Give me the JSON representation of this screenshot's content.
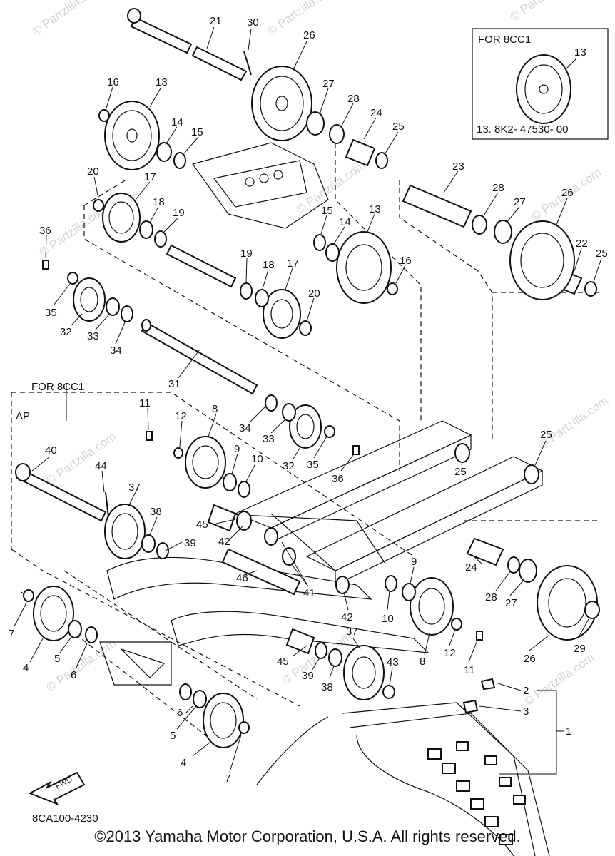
{
  "inset": {
    "title": "FOR 8CC1",
    "callout": "13",
    "part_number": "13. 8K2- 47530- 00"
  },
  "section_labels": {
    "for_model": "FOR 8CC1",
    "ap": "AP"
  },
  "diagram_code": "8CA100-4230",
  "fwd_label": "FWD",
  "watermark": "© Partzilla.com",
  "copyright": "©2013 Yamaha Motor Corporation, U.S.A. All rights reserved.",
  "callouts": [
    {
      "id": "c21",
      "text": "21"
    },
    {
      "id": "c30",
      "text": "30"
    },
    {
      "id": "c26a",
      "text": "26"
    },
    {
      "id": "c16a",
      "text": "16"
    },
    {
      "id": "c13a",
      "text": "13"
    },
    {
      "id": "c27a",
      "text": "27"
    },
    {
      "id": "c28a",
      "text": "28"
    },
    {
      "id": "c24a",
      "text": "24"
    },
    {
      "id": "c25a",
      "text": "25"
    },
    {
      "id": "c14a",
      "text": "14"
    },
    {
      "id": "c15a",
      "text": "15"
    },
    {
      "id": "c20a",
      "text": "20"
    },
    {
      "id": "c17a",
      "text": "17"
    },
    {
      "id": "c18a",
      "text": "18"
    },
    {
      "id": "c19a",
      "text": "19"
    },
    {
      "id": "c23",
      "text": "23"
    },
    {
      "id": "c28b",
      "text": "28"
    },
    {
      "id": "c27b",
      "text": "27"
    },
    {
      "id": "c26b",
      "text": "26"
    },
    {
      "id": "c22",
      "text": "22"
    },
    {
      "id": "c25b",
      "text": "25"
    },
    {
      "id": "c36a",
      "text": "36"
    },
    {
      "id": "c15b",
      "text": "15"
    },
    {
      "id": "c14b",
      "text": "14"
    },
    {
      "id": "c13b",
      "text": "13"
    },
    {
      "id": "c19b",
      "text": "19"
    },
    {
      "id": "c18b",
      "text": "18"
    },
    {
      "id": "c17b",
      "text": "17"
    },
    {
      "id": "c16b",
      "text": "16"
    },
    {
      "id": "c20b",
      "text": "20"
    },
    {
      "id": "c35a",
      "text": "35"
    },
    {
      "id": "c32",
      "text": "32"
    },
    {
      "id": "c33a",
      "text": "33"
    },
    {
      "id": "c34a",
      "text": "34"
    },
    {
      "id": "c31",
      "text": "31"
    },
    {
      "id": "c11a",
      "text": "11"
    },
    {
      "id": "c12a",
      "text": "12"
    },
    {
      "id": "c8a",
      "text": "8"
    },
    {
      "id": "c34b",
      "text": "34"
    },
    {
      "id": "c33b",
      "text": "33"
    },
    {
      "id": "c32b",
      "text": "32"
    },
    {
      "id": "c35b",
      "text": "35"
    },
    {
      "id": "c36b",
      "text": "36"
    },
    {
      "id": "c25c",
      "text": "25"
    },
    {
      "id": "c25d",
      "text": "25"
    },
    {
      "id": "c40",
      "text": "40"
    },
    {
      "id": "c44",
      "text": "44"
    },
    {
      "id": "c9a",
      "text": "9"
    },
    {
      "id": "c10a",
      "text": "10"
    },
    {
      "id": "c37a",
      "text": "37"
    },
    {
      "id": "c38a",
      "text": "38"
    },
    {
      "id": "c39a",
      "text": "39"
    },
    {
      "id": "c45a",
      "text": "45"
    },
    {
      "id": "c42a",
      "text": "42"
    },
    {
      "id": "c46",
      "text": "46"
    },
    {
      "id": "c41",
      "text": "41"
    },
    {
      "id": "c42b",
      "text": "42"
    },
    {
      "id": "c24b",
      "text": "24"
    },
    {
      "id": "c28c",
      "text": "28"
    },
    {
      "id": "c27c",
      "text": "27"
    },
    {
      "id": "c9b",
      "text": "9"
    },
    {
      "id": "c10b",
      "text": "10"
    },
    {
      "id": "c8b",
      "text": "8"
    },
    {
      "id": "c12b",
      "text": "12"
    },
    {
      "id": "c11b",
      "text": "11"
    },
    {
      "id": "c26c",
      "text": "26"
    },
    {
      "id": "c29",
      "text": "29"
    },
    {
      "id": "c7a",
      "text": "7"
    },
    {
      "id": "c4a",
      "text": "4"
    },
    {
      "id": "c5a",
      "text": "5"
    },
    {
      "id": "c6a",
      "text": "6"
    },
    {
      "id": "c45b",
      "text": "45"
    },
    {
      "id": "c39b",
      "text": "39"
    },
    {
      "id": "c38b",
      "text": "38"
    },
    {
      "id": "c37b",
      "text": "37"
    },
    {
      "id": "c43",
      "text": "43"
    },
    {
      "id": "c2",
      "text": "2"
    },
    {
      "id": "c3",
      "text": "3"
    },
    {
      "id": "c1",
      "text": "1"
    },
    {
      "id": "c6b",
      "text": "6"
    },
    {
      "id": "c5b",
      "text": "5"
    },
    {
      "id": "c4b",
      "text": "4"
    },
    {
      "id": "c7b",
      "text": "7"
    }
  ]
}
